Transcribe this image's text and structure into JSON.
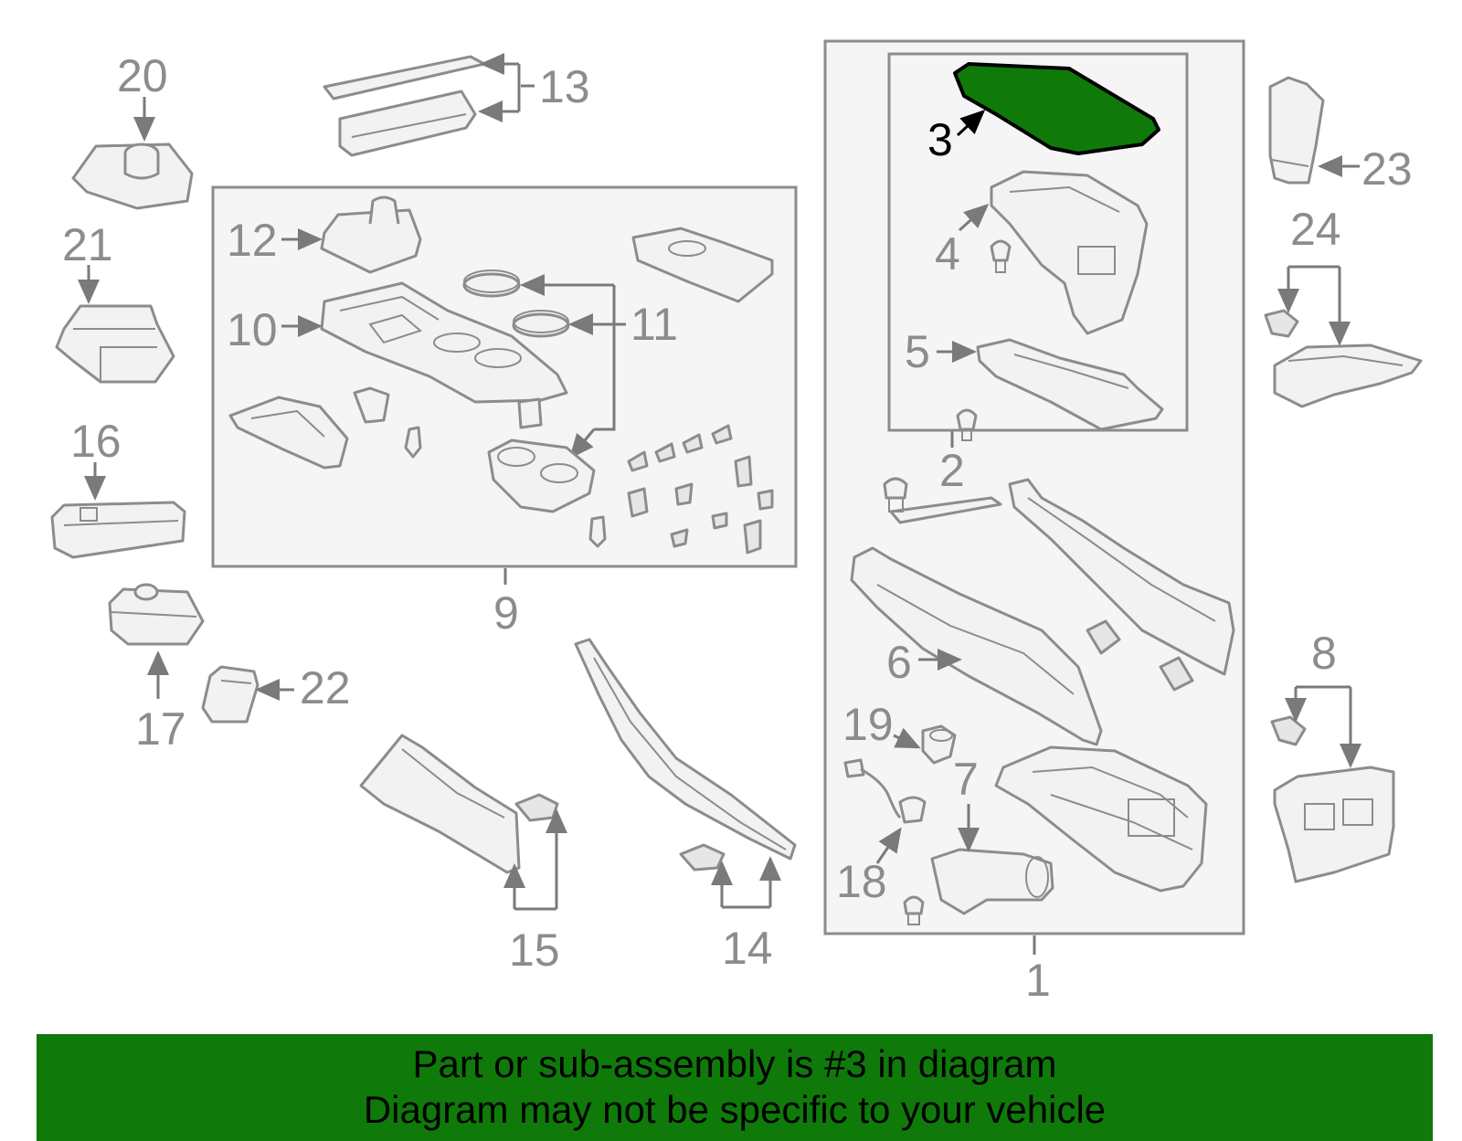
{
  "callouts": {
    "c1": "1",
    "c2": "2",
    "c3": "3",
    "c4": "4",
    "c5": "5",
    "c6": "6",
    "c7": "7",
    "c8": "8",
    "c9": "9",
    "c10": "10",
    "c11": "11",
    "c12": "12",
    "c13": "13",
    "c14": "14",
    "c15": "15",
    "c16": "16",
    "c17": "17",
    "c18": "18",
    "c19": "19",
    "c20": "20",
    "c21": "21",
    "c22": "22",
    "c23": "23",
    "c24": "24"
  },
  "highlighted_part": "3",
  "colors": {
    "highlight": "#0f7a0a",
    "banner": "#0f7a0a",
    "line": "#8c8c8c"
  },
  "banner": {
    "line1": "Part or sub-assembly is #3 in diagram",
    "line2": "Diagram may not be specific to your vehicle"
  }
}
